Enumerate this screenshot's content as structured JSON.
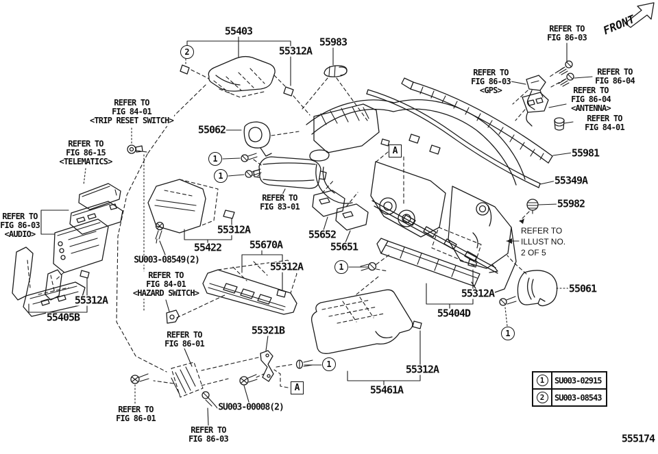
{
  "figure": {
    "code": "555174",
    "front_label": "FRONT"
  },
  "markers": {
    "a": "A",
    "one": "1",
    "two": "2"
  },
  "legend": {
    "rows": [
      {
        "index": "1",
        "part": "SU003-02915"
      },
      {
        "index": "2",
        "part": "SU003-08543"
      }
    ]
  },
  "parts": {
    "labels": [
      "55403",
      "55312A",
      "55983",
      "55062",
      "55981",
      "55349A",
      "55982",
      "55312A",
      "55422",
      "SU003-08549(2)",
      "55670A",
      "55312A",
      "55652",
      "55651",
      "55312A",
      "55405B",
      "55321B",
      "SU003-00008(2)",
      "55404D",
      "55312A",
      "55312A",
      "55461A",
      "55061"
    ]
  },
  "refs": {
    "labels": [
      "REFER TO\nFIG 86-03",
      "REFER TO\nFIG 86-03\n<GPS>",
      "REFER TO\nFIG 86-04",
      "REFER TO\nFIG 86-04\n<ANTENNA>",
      "REFER TO\nFIG 84-01",
      "REFER TO\nFIG 84-01\n<TRIP RESET SWITCH>",
      "REFER TO\nFIG 86-15\n<TELEMATICS>",
      "REFER TO\nFIG 86-03\n<AUDIO>",
      "REFER TO\nFIG 83-01",
      "REFER TO\nFIG 84-01\n<HAZARD SWITCH>",
      "REFER TO\nFIG 86-01",
      "REFER TO\nFIG 86-01",
      "REFER TO\nFIG 86-03",
      "REFER TO\nILLUST NO.\n2 OF 5"
    ]
  }
}
